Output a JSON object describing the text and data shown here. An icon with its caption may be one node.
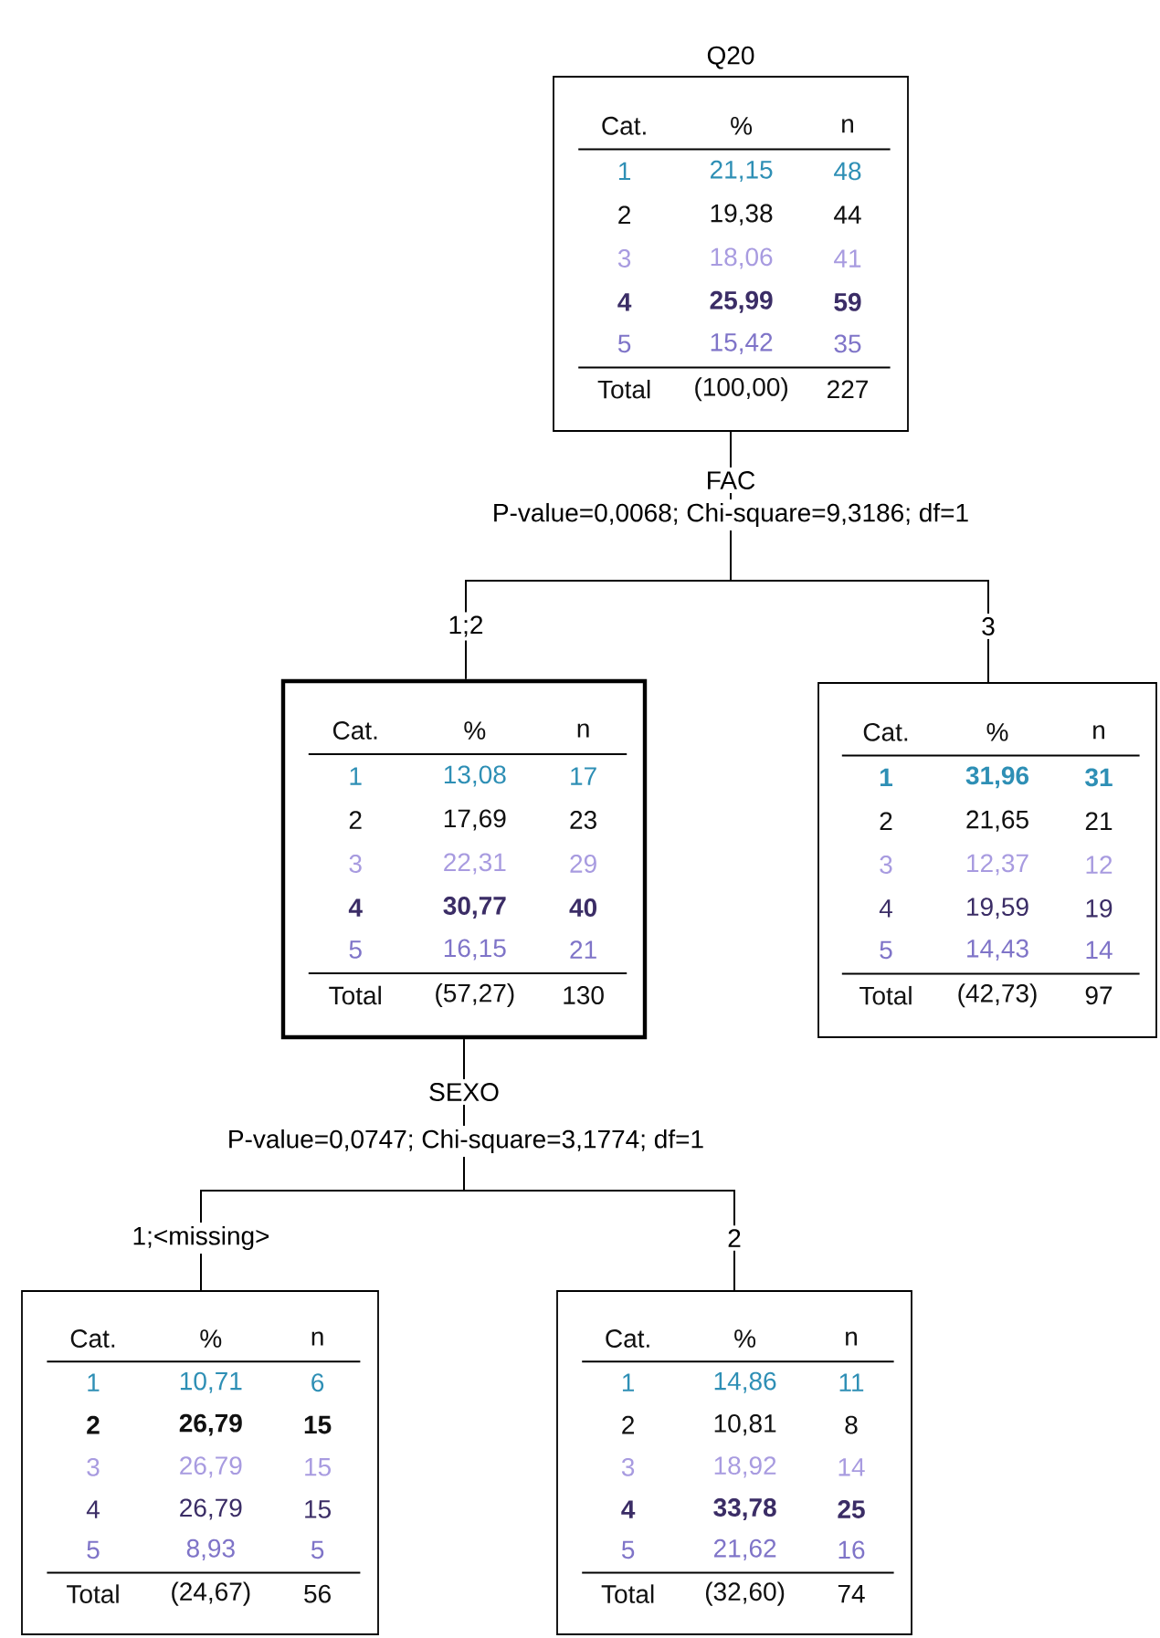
{
  "diagram": {
    "nodes": [
      {
        "text": [
          "Q20",
          "Cat.",
          "%",
          "n",
          "1",
          "21,15",
          "48",
          "2",
          "19,38",
          "44",
          "3",
          "18,06",
          "41",
          "4",
          "25,99",
          "59",
          "5",
          "15,42",
          "35",
          "Total",
          "(100,00)",
          "227"
        ]
      },
      {
        "text": [
          "Cat.",
          "%",
          "n",
          "1",
          "13,08",
          "17",
          "2",
          "17,69",
          "23",
          "3",
          "22,31",
          "29",
          "4",
          "30,77",
          "40",
          "5",
          "16,15",
          "21",
          "Total",
          "(57,27)",
          "130"
        ]
      },
      {
        "text": [
          "Cat.",
          "%",
          "n",
          "1",
          "31,96",
          "31",
          "2",
          "21,65",
          "21",
          "3",
          "12,37",
          "12",
          "4",
          "19,59",
          "19",
          "5",
          "14,43",
          "14",
          "Total",
          "(42,73)",
          "97"
        ]
      },
      {
        "text": [
          "Cat.",
          "%",
          "n",
          "1",
          "10,71",
          "6",
          "2",
          "26,79",
          "15",
          "3",
          "26,79",
          "15",
          "4",
          "26,79",
          "15",
          "5",
          "8,93",
          "5",
          "Total",
          "(24,67)",
          "56"
        ]
      },
      {
        "text": [
          "Cat.",
          "%",
          "n",
          "1",
          "14,86",
          "11",
          "2",
          "10,81",
          "8",
          "3",
          "18,92",
          "14",
          "4",
          "33,78",
          "25",
          "5",
          "21,62",
          "16",
          "Total",
          "(32,60)",
          "74"
        ]
      }
    ],
    "edges": [
      {
        "from": 0,
        "to": 1,
        "arrow": "none",
        "label": "1;2"
      },
      {
        "from": 0,
        "to": 2,
        "arrow": "none",
        "label": "3"
      },
      {
        "from": 1,
        "to": 3,
        "arrow": "none",
        "label": "1;<missing>"
      },
      {
        "from": 1,
        "to": 4,
        "arrow": "none",
        "label": "2"
      }
    ],
    "labels": [
      "FAC",
      "P-value=0,0068; Chi-square=9,3186; df=1",
      "SEXO",
      "P-value=0,0747; Chi-square=3,1774; df=1"
    ]
  }
}
